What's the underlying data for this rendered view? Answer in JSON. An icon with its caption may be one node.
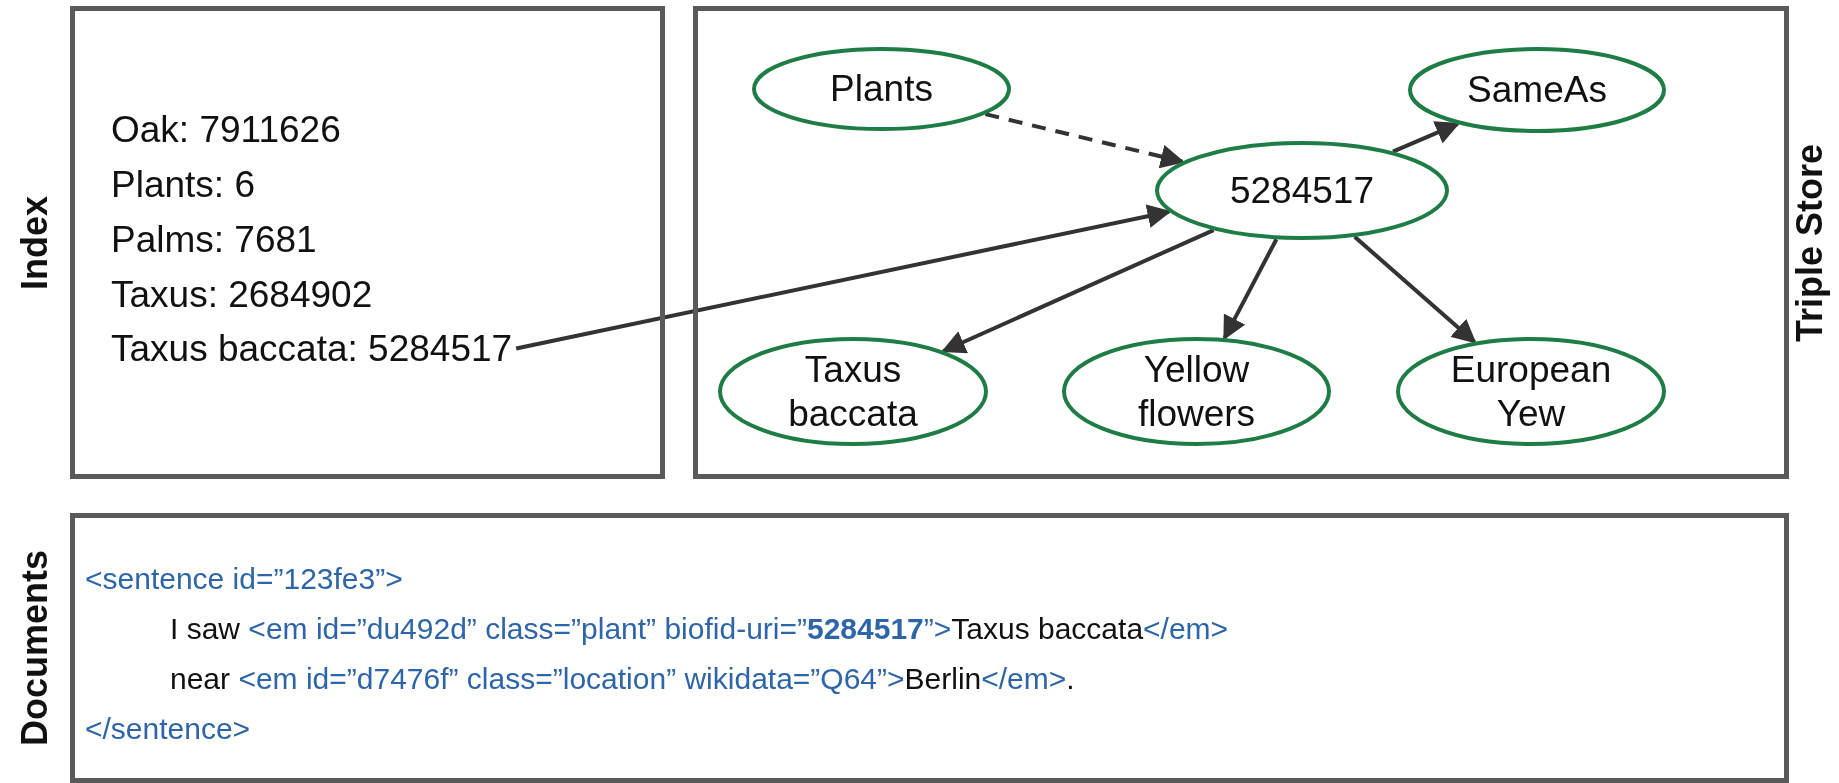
{
  "diagram": {
    "nodes": [
      {
        "text": [
          "Index",
          "Oak: 7911626",
          "Plants: 6",
          "Palms: 7681",
          "Taxus: 2684902"
        ]
      },
      {
        "text": [
          "Taxus baccata: 5284517"
        ],
        "in": 0
      },
      {
        "text": [
          "Triple Store"
        ]
      },
      {
        "text": [
          "Plants"
        ],
        "in": 2
      },
      {
        "text": [
          "SameAs"
        ],
        "in": 2
      },
      {
        "text": [
          "5284517"
        ],
        "in": 2
      },
      {
        "text": [
          "Taxus baccata"
        ],
        "in": 2
      },
      {
        "text": [
          "Yellow flowers"
        ],
        "in": 2
      },
      {
        "text": [
          "European Yew"
        ],
        "in": 2
      },
      {
        "text": [
          "Documents",
          "<sentence id=”123fe3”>",
          "I saw <em id=”du492d” class=”plant” biofid-uri=”**5284517**”>Taxus baccata</em>",
          "near <em id=”d7476f” class=”location” wikidata=”Q64”>Berlin</em>.",
          "</sentence>"
        ]
      }
    ],
    "edges": [
      {
        "from": 3,
        "to": 5,
        "arrow": "to",
        "style": "dashed"
      },
      {
        "from": 1,
        "to": 5,
        "arrow": "to"
      },
      {
        "from": 5,
        "to": 4,
        "arrow": "to"
      },
      {
        "from": 5,
        "to": 6,
        "arrow": "to"
      },
      {
        "from": 5,
        "to": 7,
        "arrow": "to"
      },
      {
        "from": 5,
        "to": 8,
        "arrow": "to"
      }
    ]
  }
}
